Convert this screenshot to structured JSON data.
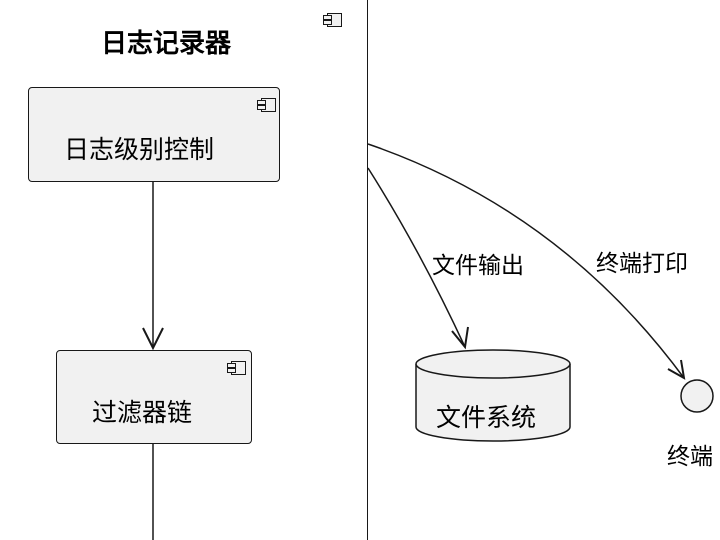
{
  "diagram": {
    "container": {
      "title": "日志记录器",
      "icon": "component-icon"
    },
    "components": {
      "level_control": {
        "label": "日志级别控制",
        "icon": "component-icon"
      },
      "filter_chain": {
        "label": "过滤器链",
        "icon": "component-icon"
      }
    },
    "storage": {
      "label": "文件系统",
      "shape": "database-cylinder"
    },
    "interface": {
      "label": "终端",
      "shape": "circle"
    },
    "edges": {
      "file_output": "文件输出",
      "terminal_print": "终端打印"
    },
    "colors": {
      "fill": "#f1f1f1",
      "stroke": "#181818",
      "background": "#ffffff"
    }
  }
}
